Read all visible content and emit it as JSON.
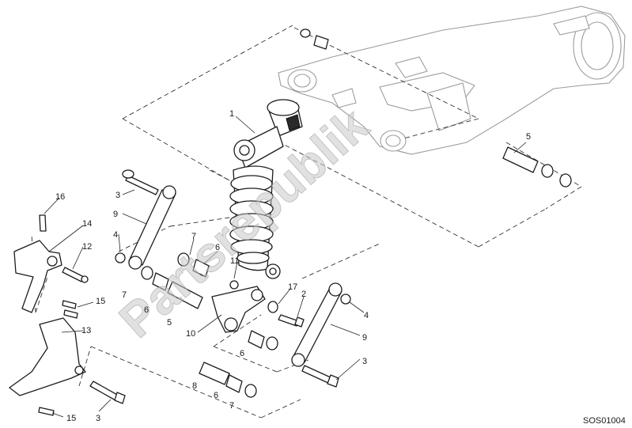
{
  "watermark": {
    "text": "Partsrepublik"
  },
  "reference_code": "SOS01004",
  "callouts": [
    {
      "id": "c1",
      "number": "1"
    },
    {
      "id": "c2",
      "number": "2"
    },
    {
      "id": "c3a",
      "number": "3"
    },
    {
      "id": "c3b",
      "number": "3"
    },
    {
      "id": "c3c",
      "number": "3"
    },
    {
      "id": "c4a",
      "number": "4"
    },
    {
      "id": "c4b",
      "number": "4"
    },
    {
      "id": "c5a",
      "number": "5"
    },
    {
      "id": "c5b",
      "number": "5"
    },
    {
      "id": "c6a",
      "number": "6"
    },
    {
      "id": "c6b",
      "number": "6"
    },
    {
      "id": "c6c",
      "number": "6"
    },
    {
      "id": "c6d",
      "number": "6"
    },
    {
      "id": "c7a",
      "number": "7"
    },
    {
      "id": "c7b",
      "number": "7"
    },
    {
      "id": "c7c",
      "number": "7"
    },
    {
      "id": "c8",
      "number": "8"
    },
    {
      "id": "c9a",
      "number": "9"
    },
    {
      "id": "c9b",
      "number": "9"
    },
    {
      "id": "c10",
      "number": "10"
    },
    {
      "id": "c11",
      "number": "11"
    },
    {
      "id": "c12",
      "number": "12"
    },
    {
      "id": "c13",
      "number": "13"
    },
    {
      "id": "c14",
      "number": "14"
    },
    {
      "id": "c15a",
      "number": "15"
    },
    {
      "id": "c15b",
      "number": "15"
    },
    {
      "id": "c16",
      "number": "16"
    },
    {
      "id": "c17",
      "number": "17"
    }
  ]
}
